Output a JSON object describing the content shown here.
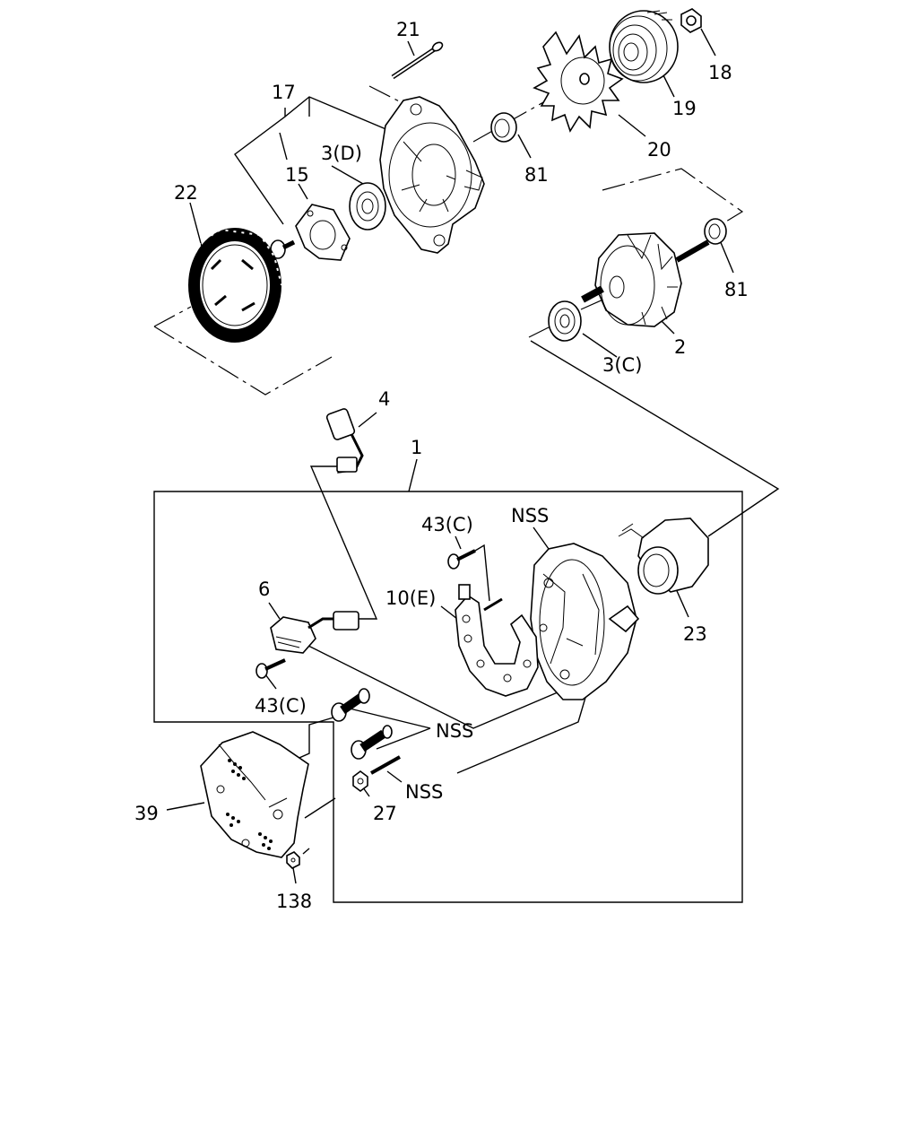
{
  "diagram": {
    "callouts": {
      "c21": "21",
      "c17": "17",
      "c18": "18",
      "c19": "19",
      "c20": "20",
      "c3d": "3(D)",
      "c15": "15",
      "c22": "22",
      "c81a": "81",
      "c81b": "81",
      "c2": "2",
      "c3c": "3(C)",
      "c4": "4",
      "c1": "1",
      "c43c_top": "43(C)",
      "c_nss_top": "NSS",
      "c10e": "10(E)",
      "c6": "6",
      "c23": "23",
      "c43c_bot": "43(C)",
      "c_nss_mid": "NSS",
      "c_nss_low": "NSS",
      "c39": "39",
      "c27": "27",
      "c138": "138"
    }
  }
}
